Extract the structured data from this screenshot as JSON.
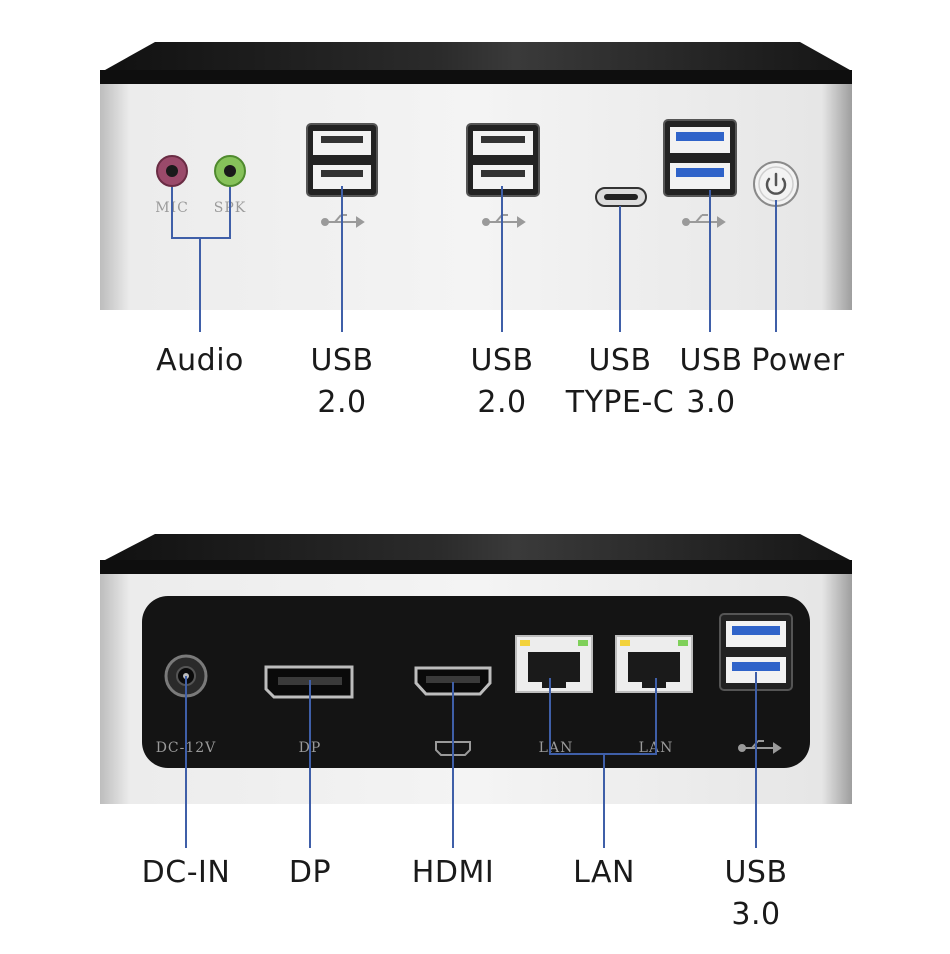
{
  "front_panel": {
    "jack_labels": {
      "mic": "MIC",
      "spk": "SPK"
    },
    "callouts": [
      {
        "id": "audio",
        "lines": [
          "Audio"
        ]
      },
      {
        "id": "usb2-a",
        "lines": [
          "USB",
          "2.0"
        ]
      },
      {
        "id": "usb2-b",
        "lines": [
          "USB",
          "2.0"
        ]
      },
      {
        "id": "usb-typec",
        "lines": [
          "USB",
          "TYPE-C"
        ]
      },
      {
        "id": "usb3-front",
        "lines": [
          "USB",
          "3.0"
        ]
      },
      {
        "id": "power",
        "lines": [
          "Power"
        ]
      }
    ]
  },
  "rear_panel": {
    "port_labels": {
      "dc": "DC-12V",
      "dp": "DP",
      "lan1": "LAN",
      "lan2": "LAN"
    },
    "callouts": [
      {
        "id": "dc-in",
        "lines": [
          "DC-IN"
        ]
      },
      {
        "id": "dp",
        "lines": [
          "DP"
        ]
      },
      {
        "id": "hdmi",
        "lines": [
          "HDMI"
        ]
      },
      {
        "id": "lan",
        "lines": [
          "LAN"
        ]
      },
      {
        "id": "usb3-rear",
        "lines": [
          "USB",
          "3.0"
        ]
      }
    ]
  },
  "colors": {
    "callout_line": "#3f5fa8",
    "usb3_blue": "#2f63c9",
    "chassis_top": "#1d1d1d",
    "panel_black": "#141414"
  }
}
